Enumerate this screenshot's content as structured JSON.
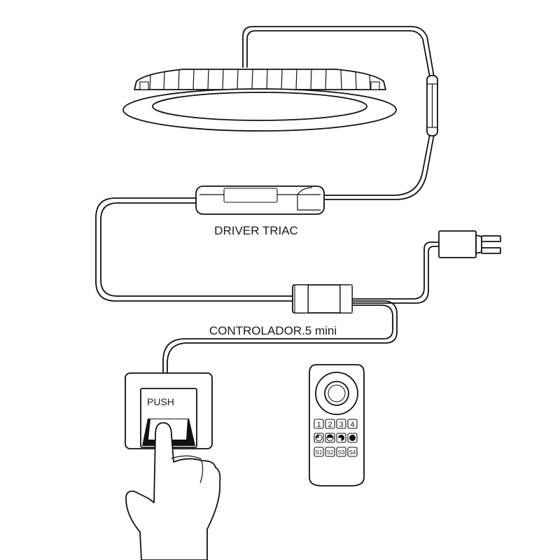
{
  "labels": {
    "driver": "DRIVER TRIAC",
    "controller": "CONTROLADOR.5 mini",
    "push": "PUSH"
  },
  "remote": {
    "row1": [
      "1",
      "2",
      "3",
      "4"
    ],
    "row3": [
      "S1",
      "S2",
      "S3",
      "S4"
    ]
  },
  "colors": {
    "line": "#111111",
    "background": "#ffffff"
  }
}
